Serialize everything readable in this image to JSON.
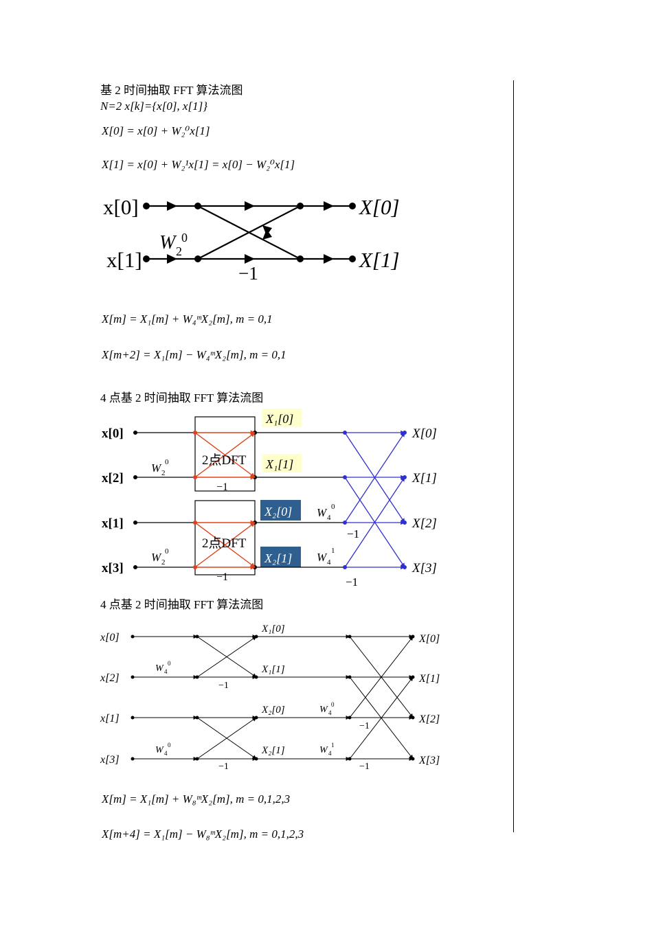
{
  "heading1": "基 2 时间抽取 FFT 算法流图",
  "line_n": "N=2     x[k]={x[0], x[1]}",
  "eq1": "X[0] = x[0] + W₂⁰x[1]",
  "eq2": "X[1] = x[0] + W₂¹x[1] = x[0] − W₂⁰x[1]",
  "fig1": {
    "in0": "x[0]",
    "in1": "x[1]",
    "out0": "X[0]",
    "out1": "X[1]",
    "twiddle": "W",
    "tw_sub": "2",
    "tw_sup": "0",
    "minus_one": "−1"
  },
  "eq3": "X[m] = X₁[m] + W₄ᵐX₂[m],   m = 0,1",
  "eq4": "X[m+2] = X₁[m] − W₄ᵐX₂[m],   m = 0,1",
  "heading2": "4 点基 2 时间抽取 FFT 算法流图",
  "fig2": {
    "inputs": [
      "x[0]",
      "x[2]",
      "x[1]",
      "x[3]"
    ],
    "outputs": [
      "X[0]",
      "X[1]",
      "X[2]",
      "X[3]"
    ],
    "box_label": "2点DFT",
    "mid_labels": [
      "X₁[0]",
      "X₁[1]",
      "X₂[0]",
      "X₂[1]"
    ],
    "w2_label": "W",
    "w2_sub": "2",
    "w2_sup": "0",
    "w4_label": "W",
    "w4_sub": "4",
    "w4_sup0": "0",
    "w4_sup1": "1",
    "minus_one": "−1",
    "colors": {
      "red": "#e0401c",
      "blue": "#3030d0",
      "yellow": "#ffffcc",
      "dark_blue": "#2e5f8f"
    }
  },
  "heading3": "4 点基 2 时间抽取 FFT 算法流图",
  "fig3": {
    "inputs": [
      "x[0]",
      "x[2]",
      "x[1]",
      "x[3]"
    ],
    "outputs": [
      "X[0]",
      "X[1]",
      "X[2]",
      "X[3]"
    ],
    "mid_labels": [
      "X₁[0]",
      "X₁[1]",
      "X₂[0]",
      "X₂[1]"
    ],
    "w_label": "W",
    "w_sub": "4",
    "w_sup0": "0",
    "w_sup1": "1",
    "minus_one": "−1"
  },
  "eq5": "X[m] = X₁[m] + W₈ᵐX₂[m],   m = 0,1,2,3",
  "eq6": "X[m+4] = X₁[m] − W₈ᵐX₂[m],   m = 0,1,2,3"
}
